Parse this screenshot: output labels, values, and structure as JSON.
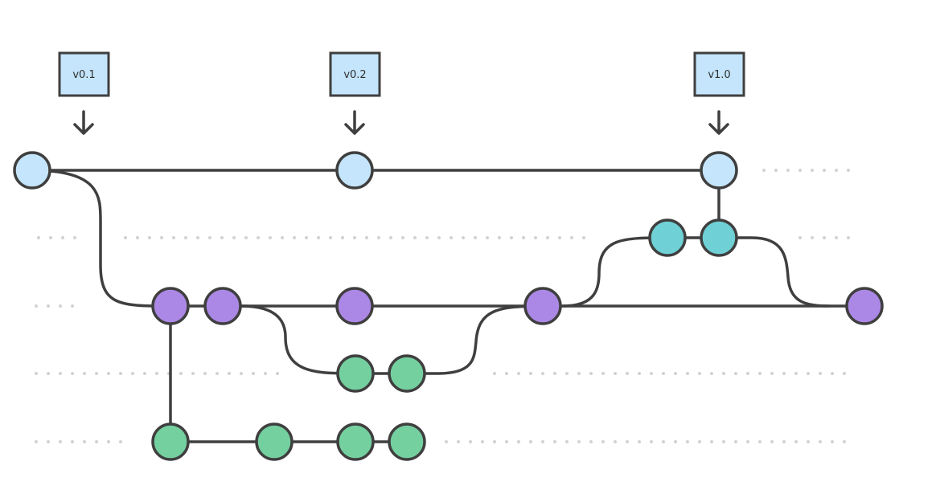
{
  "colors": {
    "master": "#c4e5fb",
    "hotfix": "#6fd1d6",
    "develop": "#ac88e6",
    "feature": "#75d0a0",
    "line": "#3f3f3f",
    "dots": "#d2d2d2"
  },
  "tags": [
    {
      "id": "v01",
      "label": "v0.1"
    },
    {
      "id": "v02",
      "label": "v0.2"
    },
    {
      "id": "v10",
      "label": "v1.0"
    }
  ]
}
